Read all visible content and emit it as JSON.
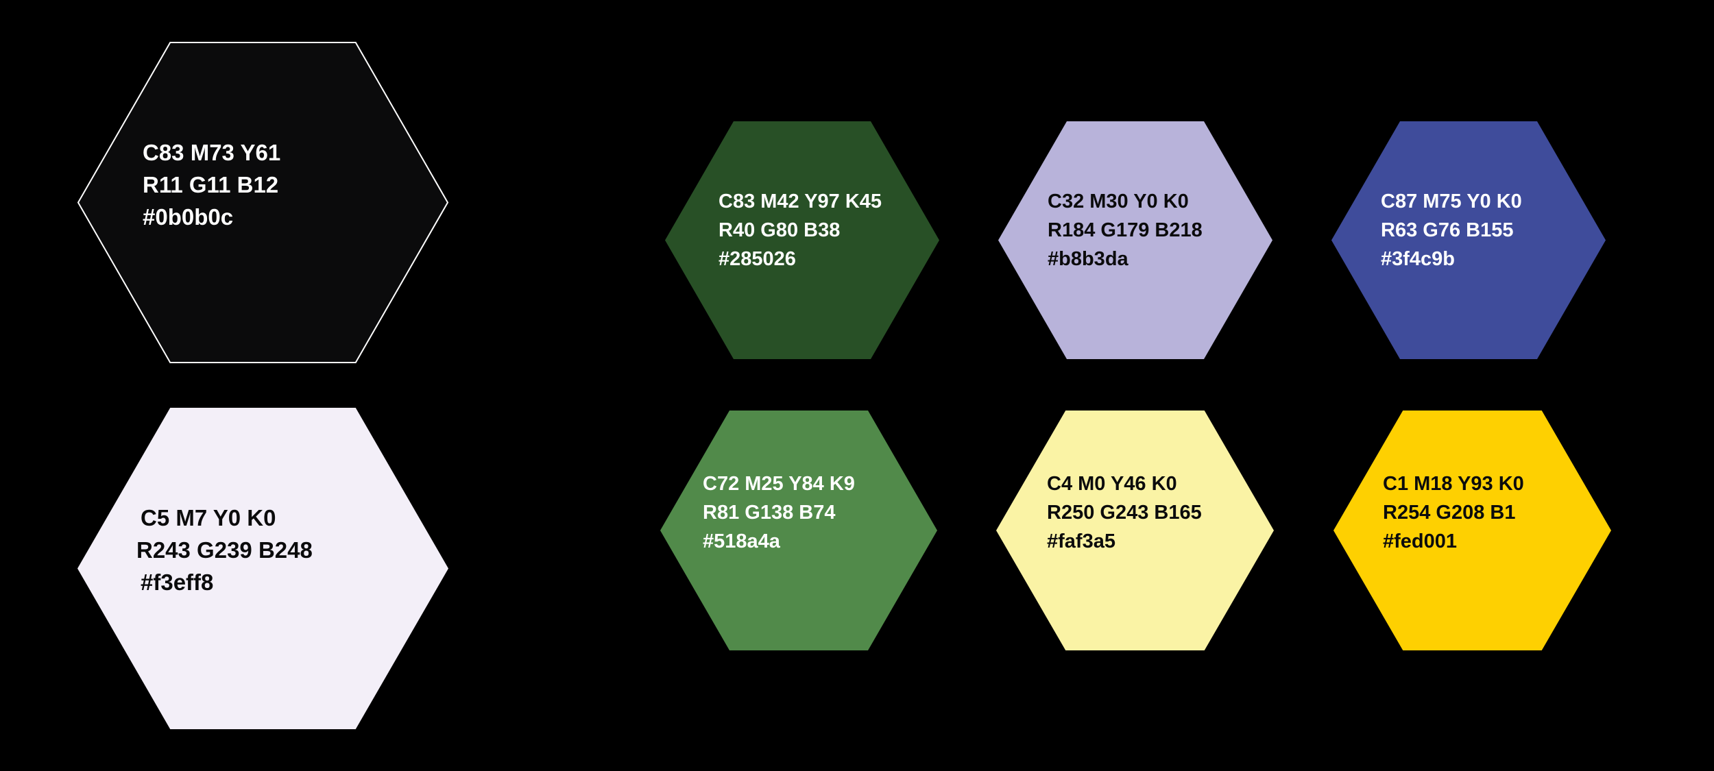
{
  "swatches": [
    {
      "id": "black",
      "fill": "#0b0b0c",
      "stroke": "#ffffff",
      "text_color": "#ffffff",
      "cmyk": "C83 M73 Y61",
      "rgb": "R11 G11 B12",
      "hex": "#0b0b0c"
    },
    {
      "id": "off-white",
      "fill": "#f3eff8",
      "stroke": "",
      "text_color": "#0b0b0c",
      "cmyk": "C5 M7 Y0 K0",
      "rgb": "R243 G239 B248",
      "hex": "#f3eff8"
    },
    {
      "id": "dark-green",
      "fill": "#285026",
      "stroke": "",
      "text_color": "#ffffff",
      "cmyk": "C83 M42 Y97 K45",
      "rgb": "R40 G80 B38",
      "hex": "#285026"
    },
    {
      "id": "lavender",
      "fill": "#b8b3da",
      "stroke": "",
      "text_color": "#0b0b0c",
      "cmyk": "C32 M30 Y0 K0",
      "rgb": "R184 G179 B218",
      "hex": "#b8b3da"
    },
    {
      "id": "indigo",
      "fill": "#3f4c9b",
      "stroke": "",
      "text_color": "#ffffff",
      "cmyk": "C87 M75 Y0 K0",
      "rgb": "R63 G76 B155",
      "hex": "#3f4c9b"
    },
    {
      "id": "green",
      "fill": "#518a4a",
      "stroke": "",
      "text_color": "#ffffff",
      "cmyk": "C72 M25 Y84 K9",
      "rgb": "R81 G138 B74",
      "hex": "#518a4a"
    },
    {
      "id": "pale-yellow",
      "fill": "#faf3a5",
      "stroke": "",
      "text_color": "#0b0b0c",
      "cmyk": "C4 M0 Y46 K0",
      "rgb": "R250 G243 B165",
      "hex": "#faf3a5"
    },
    {
      "id": "yellow",
      "fill": "#fed001",
      "stroke": "",
      "text_color": "#0b0b0c",
      "cmyk": "C1 M18 Y93 K0",
      "rgb": "R254 G208 B1",
      "hex": "#fed001"
    }
  ]
}
